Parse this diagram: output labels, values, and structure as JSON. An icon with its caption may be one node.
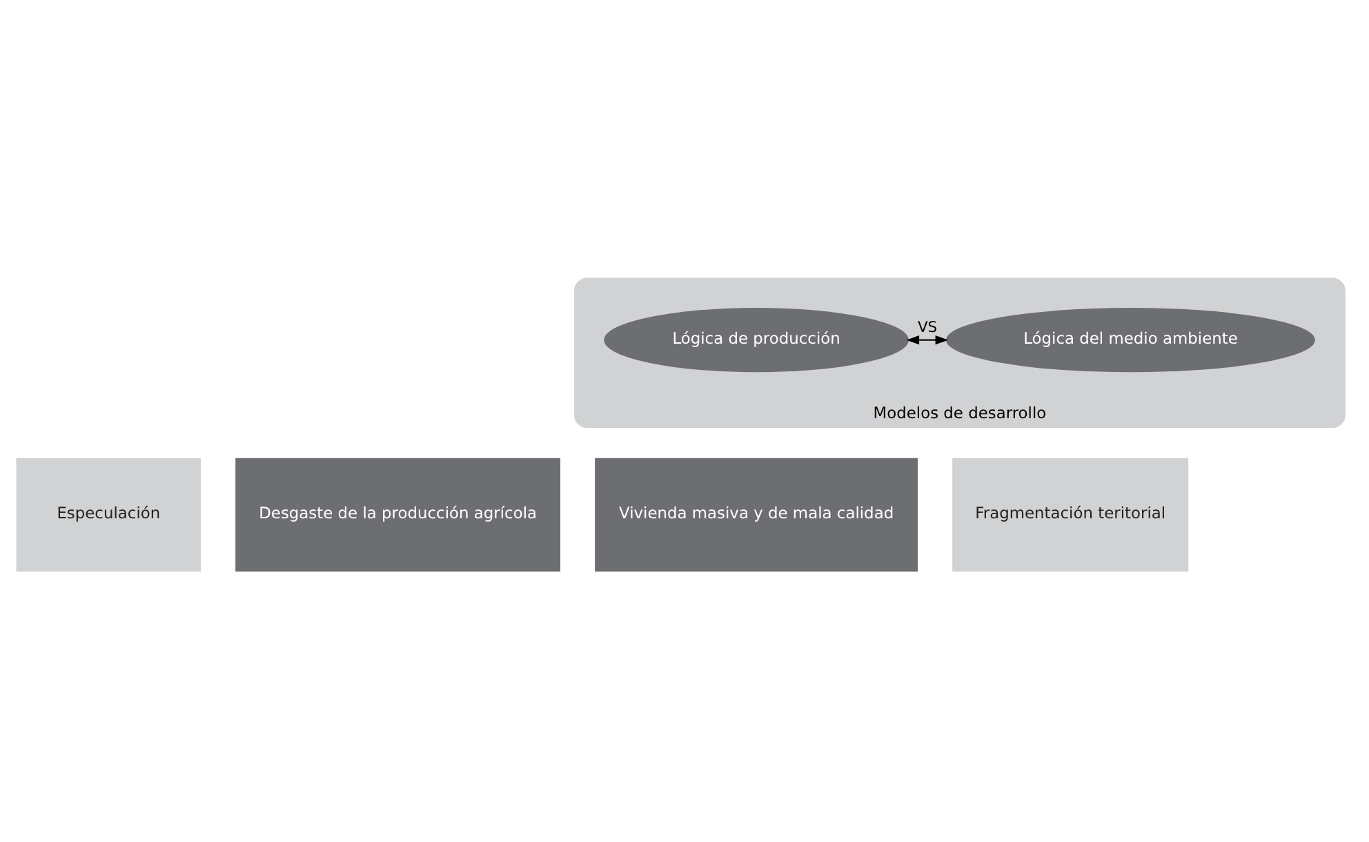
{
  "diagram": {
    "nodes": [
      {
        "text": [
          "Modelos de desarrollo"
        ]
      },
      {
        "text": [
          "Lógica de producción"
        ],
        "in": 0
      },
      {
        "text": [
          "Lógica del medio ambiente"
        ],
        "in": 0
      },
      {
        "text": [
          "Especulación"
        ]
      },
      {
        "text": [
          "Desgaste de la producción agrícola"
        ]
      },
      {
        "text": [
          "Vivienda masiva y de mala calidad"
        ]
      },
      {
        "text": [
          "Fragmentación teritorial"
        ]
      }
    ],
    "edges": [
      {
        "from": 1,
        "to": 2,
        "arrow": "both",
        "label": "VS"
      }
    ]
  }
}
